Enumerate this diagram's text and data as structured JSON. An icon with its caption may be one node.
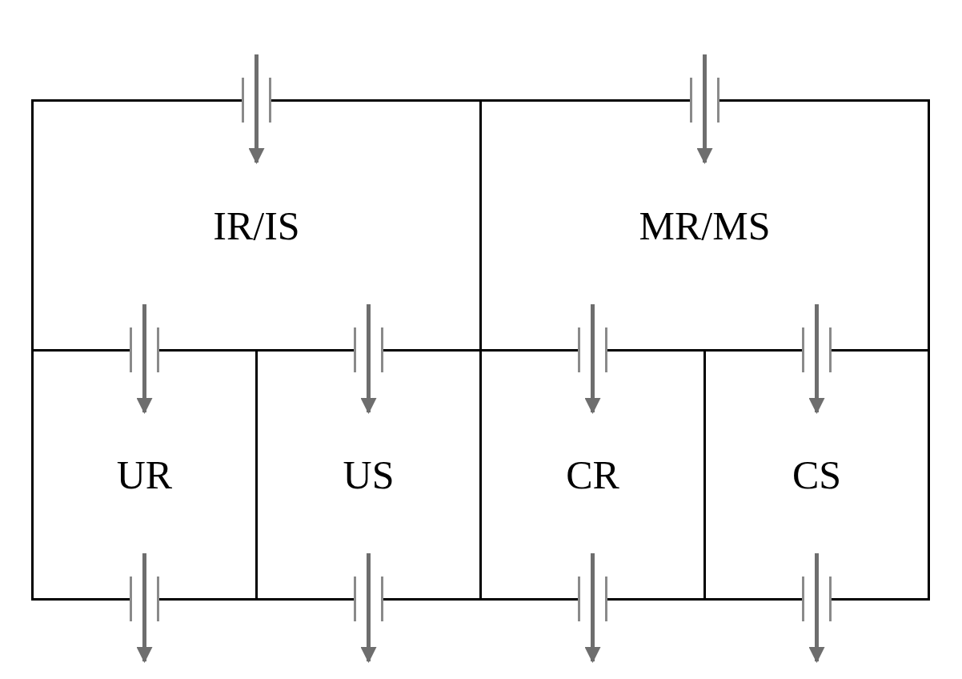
{
  "diagram": {
    "nodes": [
      {
        "text": [
          "IR/IS"
        ]
      },
      {
        "text": [
          "MR/MS"
        ]
      },
      {
        "text": [
          "UR"
        ]
      },
      {
        "text": [
          "US"
        ]
      },
      {
        "text": [
          "CR"
        ]
      },
      {
        "text": [
          "CS"
        ]
      }
    ],
    "edges": [
      {
        "from": null,
        "to": 0,
        "arrow": "to"
      },
      {
        "from": null,
        "to": 1,
        "arrow": "to"
      },
      {
        "from": 0,
        "to": 2,
        "arrow": "to"
      },
      {
        "from": 0,
        "to": 3,
        "arrow": "to"
      },
      {
        "from": 1,
        "to": 4,
        "arrow": "to"
      },
      {
        "from": 1,
        "to": 5,
        "arrow": "to"
      },
      {
        "from": 2,
        "to": null,
        "arrow": "to"
      },
      {
        "from": 3,
        "to": null,
        "arrow": "to"
      },
      {
        "from": 4,
        "to": null,
        "arrow": "to"
      },
      {
        "from": 5,
        "to": null,
        "arrow": "to"
      }
    ]
  }
}
